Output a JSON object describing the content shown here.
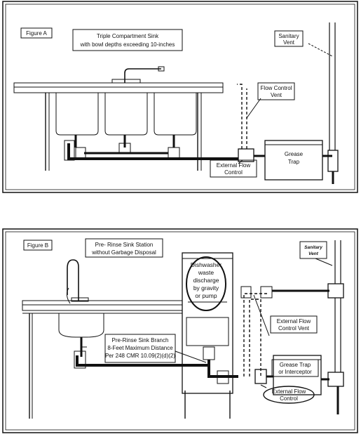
{
  "figure_a": {
    "tag": "Figure A",
    "title_line1": "Triple Compartment Sink",
    "title_line2": "with bowl depths exceeding 10-inches",
    "sanitary_vent_1": "Sanitary",
    "sanitary_vent_2": "Vent",
    "flow_control_vent_1": "Flow Control",
    "flow_control_vent_2": "Vent",
    "grease_trap_1": "Grease",
    "grease_trap_2": "Trap",
    "external_flow_1": "External Flow",
    "external_flow_2": "Control"
  },
  "figure_b": {
    "tag": "Figure B",
    "title_line1": "Pre- Rinse Sink Station",
    "title_line2": "without Garbage Disposal",
    "sanitary_vent_1": "Sanitary",
    "sanitary_vent_2": "Vent",
    "dishwasher_1": "Dishwasher",
    "dishwasher_2": "waste",
    "dishwasher_3": "discharge",
    "dishwasher_4": "by gravity",
    "dishwasher_5": "or pump",
    "ext_vent_1": "External Flow",
    "ext_vent_2": "Control Vent",
    "branch_1": "Pre-Rinse Sink Branch",
    "branch_2": "8-Feet Maximum Distance",
    "branch_3": "Per 248 CMR 10.09(2)(d)(2)",
    "trap_1": "Grease Trap",
    "trap_2": "or Interceptor",
    "ext_flow_1": "External Flow",
    "ext_flow_2": "Control"
  }
}
